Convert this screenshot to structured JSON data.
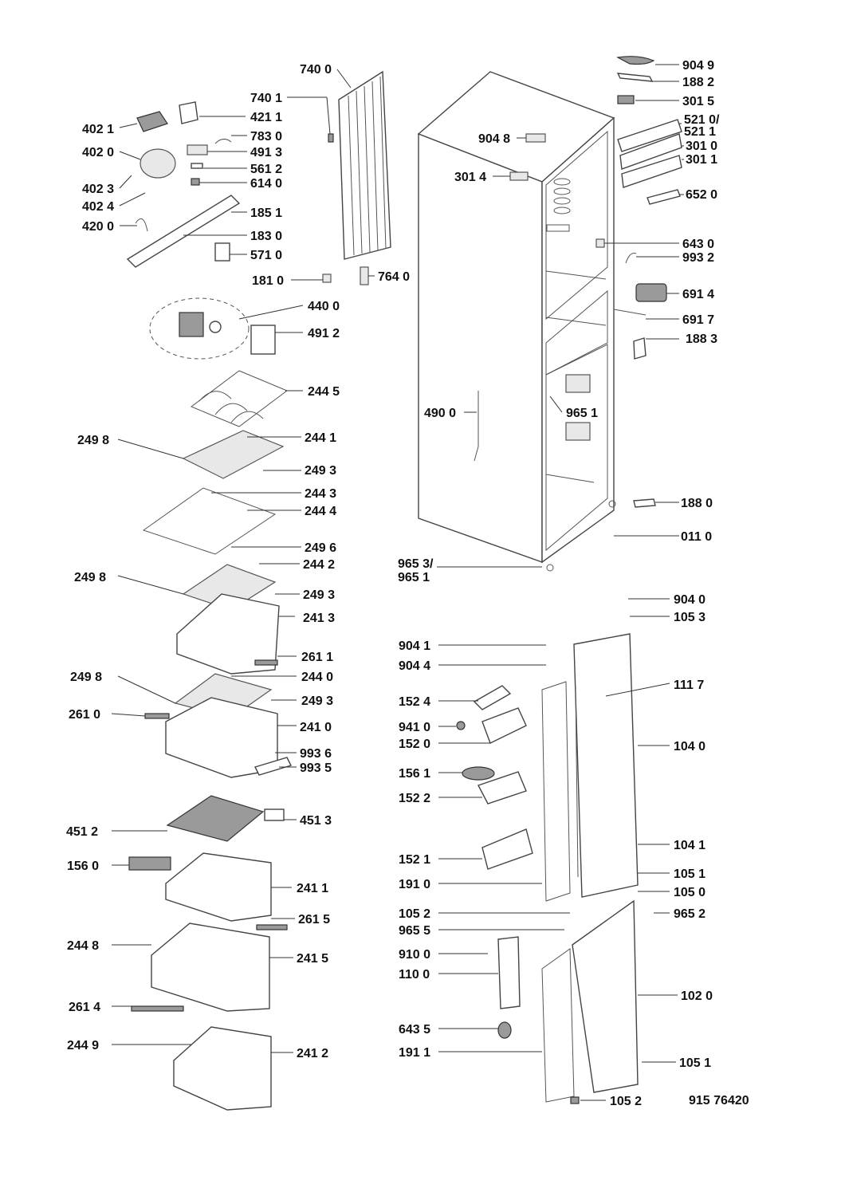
{
  "document_id": "915 76420",
  "labels": {
    "l_9049": "904 9",
    "l_1882": "188 2",
    "l_3015": "301 5",
    "l_5210": "521 0/",
    "l_5211": "521 1",
    "l_3010": "301 0",
    "l_3011": "301 1",
    "l_6520": "652 0",
    "l_6430": "643 0",
    "l_9932": "993 2",
    "l_6914": "691 4",
    "l_6917": "691 7",
    "l_1883": "188 3",
    "l_1880": "188 0",
    "l_0110": "011 0",
    "l_7400": "740 0",
    "l_7401": "740 1",
    "l_4211": "421 1",
    "l_4021": "402 1",
    "l_7830": "783 0",
    "l_4020": "402 0",
    "l_4913": "491 3",
    "l_5612": "561 2",
    "l_6140": "614 0",
    "l_4023": "402 3",
    "l_4024": "402 4",
    "l_1851": "185 1",
    "l_4200": "420 0",
    "l_1830": "183 0",
    "l_5710": "571 0",
    "l_1810": "181 0",
    "l_7640": "764 0",
    "l_9048": "904 8",
    "l_3014": "301 4",
    "l_4400": "440 0",
    "l_4912": "491 2",
    "l_2445": "244 5",
    "l_4900": "490 0",
    "l_9651a": "965 1",
    "l_2498a": "249 8",
    "l_2441": "244 1",
    "l_2493a": "249 3",
    "l_2443": "244 3",
    "l_2444": "244 4",
    "l_2496": "249 6",
    "l_2442": "244 2",
    "l_2498b": "249 8",
    "l_2493b": "249 3",
    "l_2413": "241 3",
    "l_2611": "261 1",
    "l_2498c": "249 8",
    "l_2440": "244 0",
    "l_2493c": "249 3",
    "l_2610": "261 0",
    "l_2410": "241 0",
    "l_9936": "993 6",
    "l_9935": "993 5",
    "l_4512": "451 2",
    "l_4513": "451 3",
    "l_1560": "156 0",
    "l_2411": "241 1",
    "l_2615": "261 5",
    "l_2448": "244 8",
    "l_2415": "241 5",
    "l_2614": "261 4",
    "l_2449": "244 9",
    "l_2412": "241 2",
    "l_9653": "965 3/",
    "l_9651b": "965 1",
    "l_9040": "904 0",
    "l_1053": "105 3",
    "l_9041": "904 1",
    "l_9044": "904 4",
    "l_1117": "111 7",
    "l_1524": "152 4",
    "l_9410": "941 0",
    "l_1520": "152 0",
    "l_1040": "104 0",
    "l_1561": "156 1",
    "l_1522": "152 2",
    "l_1041": "104 1",
    "l_1521": "152 1",
    "l_1051a": "105 1",
    "l_1910": "191 0",
    "l_1050": "105 0",
    "l_1052a": "105 2",
    "l_9652": "965 2",
    "l_9655": "965 5",
    "l_9100": "910 0",
    "l_1100": "110 0",
    "l_1020": "102 0",
    "l_6435": "643 5",
    "l_1911": "191 1",
    "l_1051b": "105 1",
    "l_1052b": "105 2"
  },
  "colors": {
    "ink": "#111111",
    "line": "#333333",
    "fill_light": "#e8e8e8"
  }
}
